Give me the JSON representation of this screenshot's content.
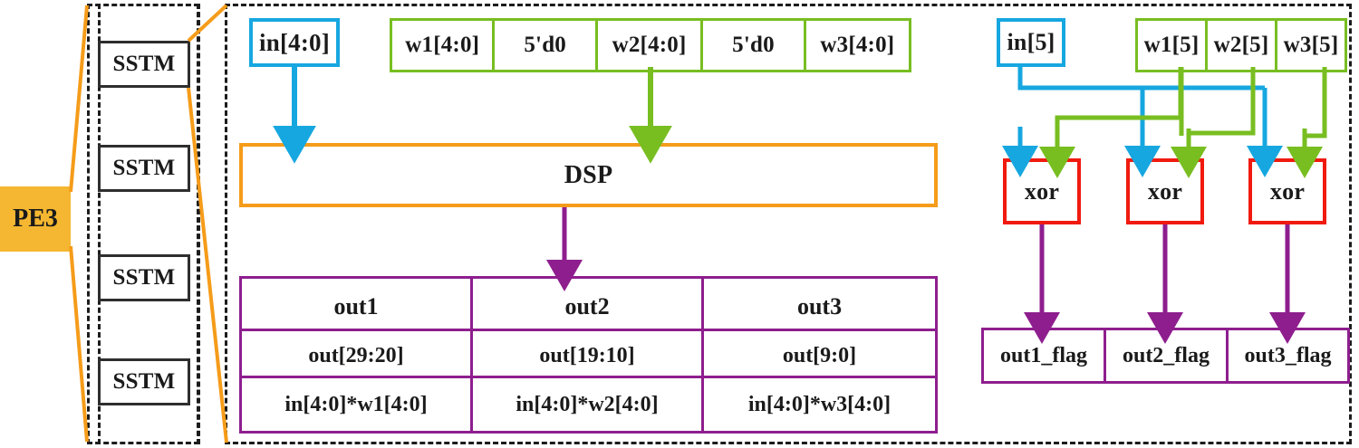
{
  "colors": {
    "blue": "#17a7e0",
    "green": "#78be21",
    "red": "#f01a0f",
    "purple": "#8e1e8e",
    "orange": "#f59c1a",
    "pe_fill": "#f5b731",
    "frame": "#1c1c1c"
  },
  "pe": {
    "label": "PE3",
    "sstm_blocks": [
      "SSTM",
      "SSTM",
      "SSTM",
      "SSTM"
    ]
  },
  "datapath": {
    "input_label": "in[4:0]",
    "weight_row": [
      "w1[4:0]",
      "5'd0",
      "w2[4:0]",
      "5'd0",
      "w3[4:0]"
    ],
    "dsp_label": "DSP",
    "output_table": {
      "headers": [
        "out1",
        "out2",
        "out3"
      ],
      "rows": [
        [
          "out[29:20]",
          "out[19:10]",
          "out[9:0]"
        ],
        [
          "in[4:0]*w1[4:0]",
          "in[4:0]*w2[4:0]",
          "in[4:0]*w3[4:0]"
        ]
      ]
    }
  },
  "signpath": {
    "input_label": "in[5]",
    "weight_row": [
      "w1[5]",
      "w2[5]",
      "w3[5]"
    ],
    "xor_blocks": [
      "xor",
      "xor",
      "xor"
    ],
    "flag_row": [
      "out1_flag",
      "out2_flag",
      "out3_flag"
    ]
  }
}
